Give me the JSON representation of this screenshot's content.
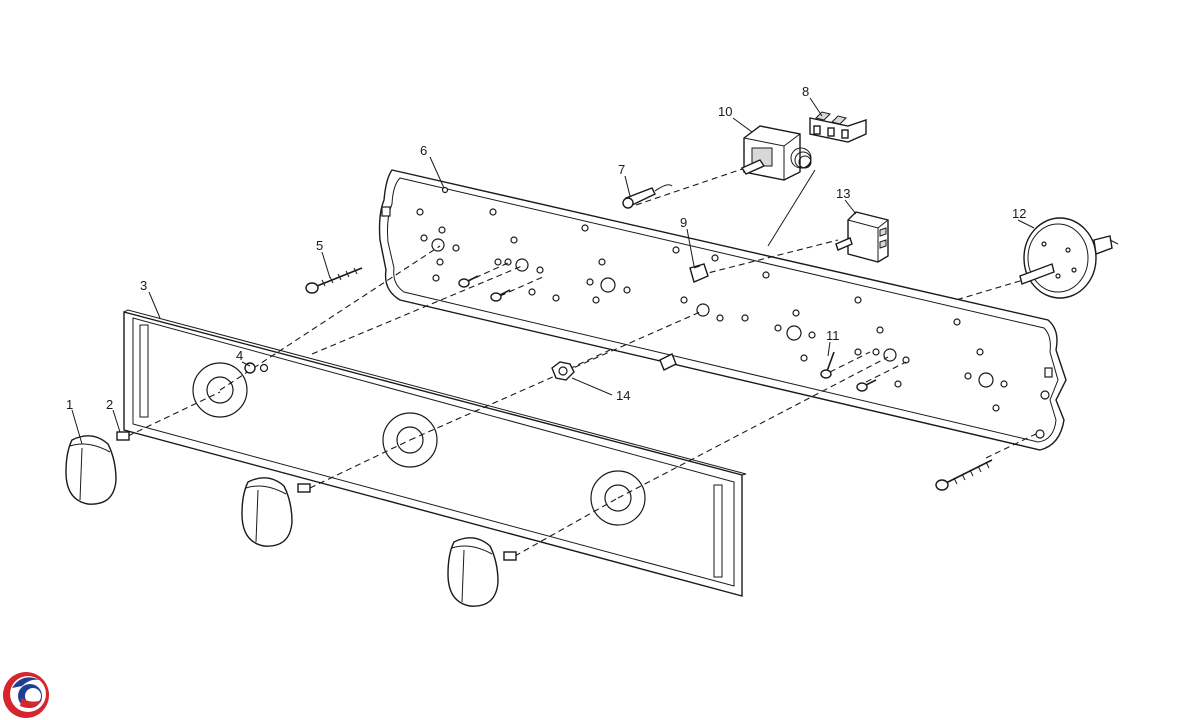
{
  "diagram": {
    "callouts": [
      "1",
      "2",
      "3",
      "4",
      "5",
      "6",
      "7",
      "8",
      "9",
      "10",
      "11",
      "12",
      "13",
      "14"
    ]
  },
  "logo": {
    "colors": {
      "red": "#d6262d",
      "blue": "#1f3f95"
    }
  }
}
